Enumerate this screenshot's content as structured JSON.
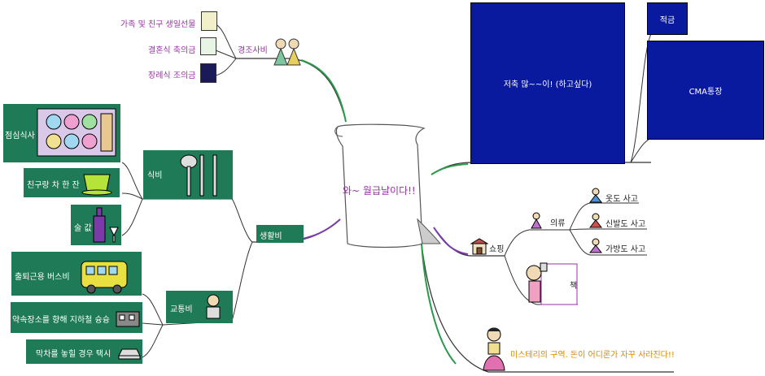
{
  "center": {
    "label": "와~ 월급날이다!!"
  },
  "branches": {
    "gyeongjo": {
      "label": "경조사비",
      "items": [
        "가족 및 친구 생일선물",
        "결혼식 축의금",
        "장례식 조의금"
      ]
    },
    "saenghwal": {
      "label": "생활비",
      "sikbi": {
        "label": "식비",
        "items": [
          "점심식사",
          "친구랑 차 한 잔",
          "술 값"
        ]
      },
      "gyotong": {
        "label": "교통비",
        "items": [
          "출퇴근용 버스비",
          "약속장소를 향해 지하철 슝슝",
          "막차를 놓힐 경우 택시"
        ]
      }
    },
    "savings": {
      "label": "저축 많~~이! (하고싶다)",
      "items": [
        "적금",
        "CMA통장"
      ]
    },
    "shopping": {
      "label": "쇼핑",
      "clothing": {
        "label": "의류",
        "items": [
          "옷도 사고",
          "신발도 사고",
          "가방도 사고"
        ]
      },
      "book": {
        "label": "책"
      }
    },
    "mystery": {
      "label": "미스테리의 구역. 돈이 어디론가 자꾸 사라진다!!"
    }
  },
  "colors": {
    "green_box": "#1e7a57",
    "blue_box": "#0a1a9e",
    "purple_text": "#9b2fa8",
    "orange_text": "#d98a00"
  }
}
